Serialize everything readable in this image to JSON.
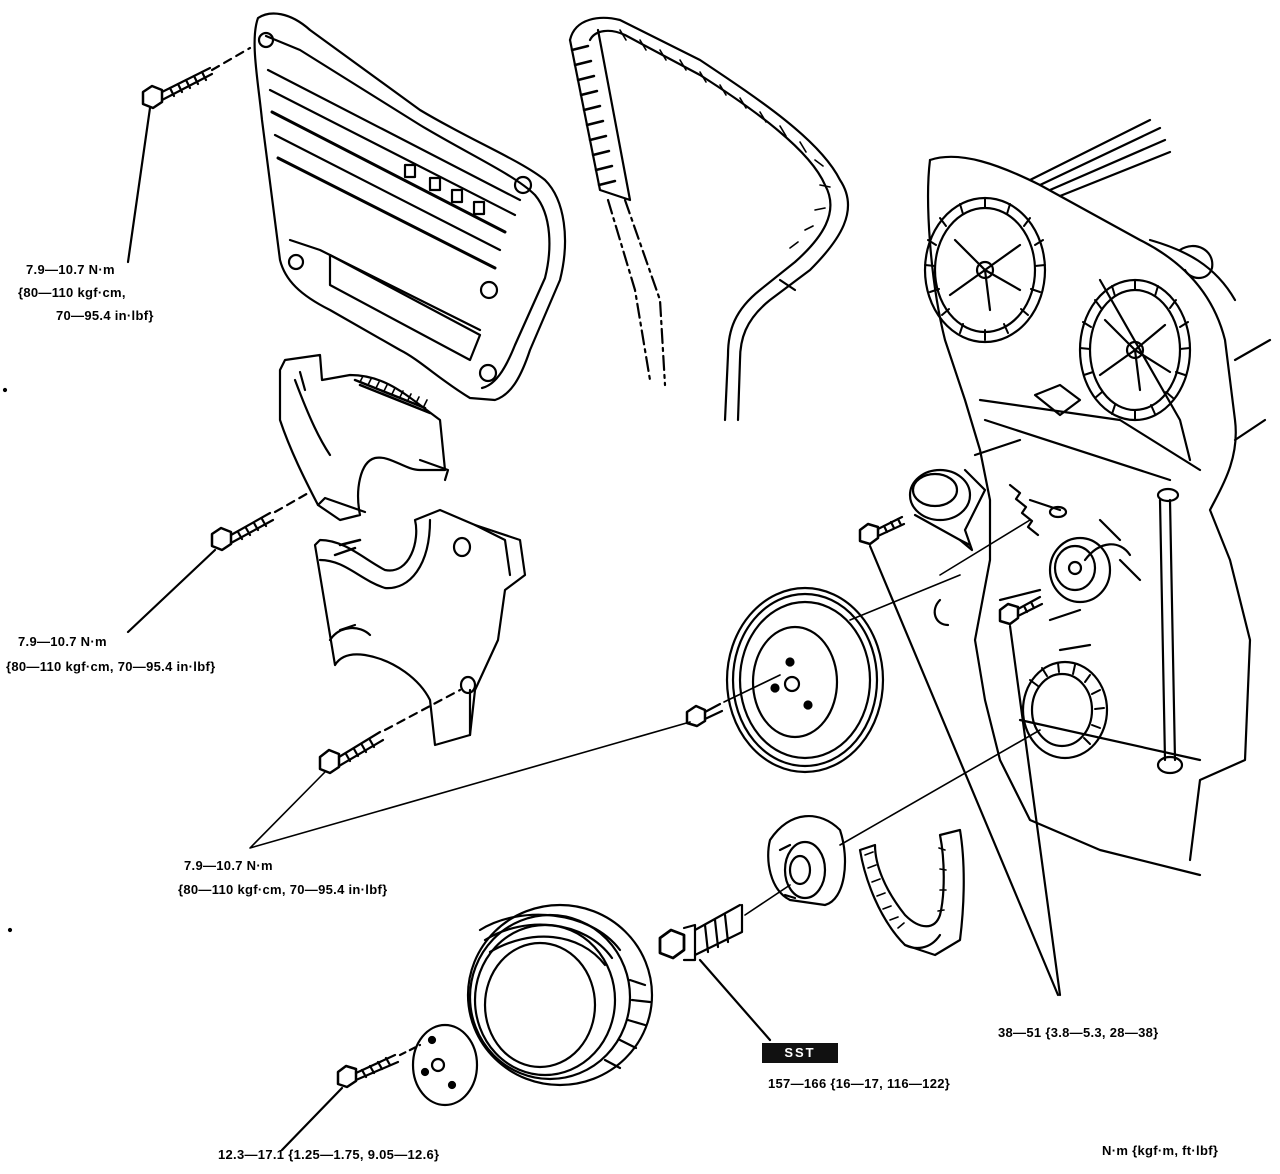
{
  "labels": {
    "timing_cover_bolt": {
      "line1": "7.9—10.7 N·m",
      "line2": "{80—110 kgf·cm,",
      "line3": "70—95.4 in·lbf}"
    },
    "middle_cover_bolt": {
      "line1": "7.9—10.7 N·m",
      "line2": "{80—110 kgf·cm, 70—95.4 in·lbf}"
    },
    "lower_cover_and_pulley_bolt": {
      "line1": "7.9—10.7 N·m",
      "line2": "{80—110 kgf·cm, 70—95.4 in·lbf}"
    },
    "crank_pulley_bolt": "12.3—17.1 {1.25—1.75, 9.05—12.6}",
    "sst_badge": "SST",
    "crank_bolt": "157—166 {16—17, 116—122}",
    "tensioner_bolts": "38—51 {3.8—5.3, 28—38}",
    "units": "N·m {kgf·m, ft·lbf}"
  }
}
